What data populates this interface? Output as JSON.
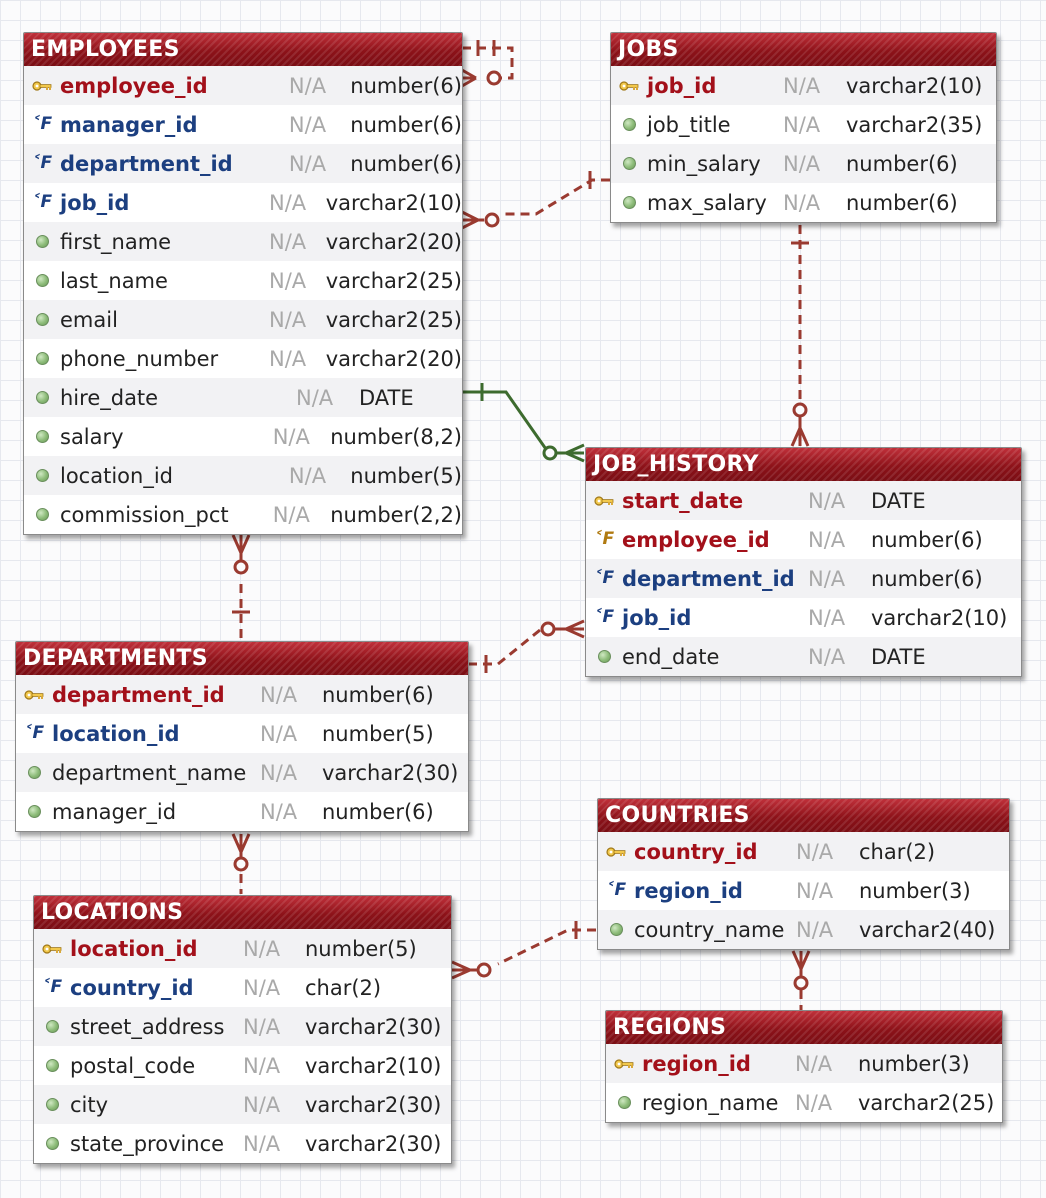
{
  "colors": {
    "header": "#9a1a20",
    "pk_text": "#a3101a",
    "fk_text": "#1c3f80",
    "relation_dashed": "#9a3a30",
    "relation_solid": "#3d6b2e"
  },
  "null_label": "N/A",
  "tables": {
    "employees": {
      "name": "EMPLOYEES",
      "columns": [
        {
          "key": "pk",
          "name": "employee_id",
          "type": "number(6)"
        },
        {
          "key": "fk",
          "name": "manager_id",
          "type": "number(6)"
        },
        {
          "key": "fk",
          "name": "department_id",
          "type": "number(6)"
        },
        {
          "key": "fk",
          "name": "job_id",
          "type": "varchar2(10)"
        },
        {
          "key": "col",
          "name": "first_name",
          "type": "varchar2(20)"
        },
        {
          "key": "col",
          "name": "last_name",
          "type": "varchar2(25)"
        },
        {
          "key": "col",
          "name": "email",
          "type": "varchar2(25)"
        },
        {
          "key": "col",
          "name": "phone_number",
          "type": "varchar2(20)"
        },
        {
          "key": "col",
          "name": "hire_date",
          "type": "DATE"
        },
        {
          "key": "col",
          "name": "salary",
          "type": "number(8,2)"
        },
        {
          "key": "col",
          "name": "location_id",
          "type": "number(5)"
        },
        {
          "key": "col",
          "name": "commission_pct",
          "type": "number(2,2)"
        }
      ]
    },
    "jobs": {
      "name": "JOBS",
      "columns": [
        {
          "key": "pk",
          "name": "job_id",
          "type": "varchar2(10)"
        },
        {
          "key": "col",
          "name": "job_title",
          "type": "varchar2(35)"
        },
        {
          "key": "col",
          "name": "min_salary",
          "type": "number(6)"
        },
        {
          "key": "col",
          "name": "max_salary",
          "type": "number(6)"
        }
      ]
    },
    "job_history": {
      "name": "JOB_HISTORY",
      "columns": [
        {
          "key": "pk",
          "name": "start_date",
          "type": "DATE"
        },
        {
          "key": "pkfk",
          "name": "employee_id",
          "type": "number(6)"
        },
        {
          "key": "fk",
          "name": "department_id",
          "type": "number(6)"
        },
        {
          "key": "fk",
          "name": "job_id",
          "type": "varchar2(10)"
        },
        {
          "key": "col",
          "name": "end_date",
          "type": "DATE"
        }
      ]
    },
    "departments": {
      "name": "DEPARTMENTS",
      "columns": [
        {
          "key": "pk",
          "name": "department_id",
          "type": "number(6)"
        },
        {
          "key": "fk",
          "name": "location_id",
          "type": "number(5)"
        },
        {
          "key": "col",
          "name": "department_name",
          "type": "varchar2(30)"
        },
        {
          "key": "col",
          "name": "manager_id",
          "type": "number(6)"
        }
      ]
    },
    "countries": {
      "name": "COUNTRIES",
      "columns": [
        {
          "key": "pk",
          "name": "country_id",
          "type": "char(2)"
        },
        {
          "key": "fk",
          "name": "region_id",
          "type": "number(3)"
        },
        {
          "key": "col",
          "name": "country_name",
          "type": "varchar2(40)"
        }
      ]
    },
    "locations": {
      "name": "LOCATIONS",
      "columns": [
        {
          "key": "pk",
          "name": "location_id",
          "type": "number(5)"
        },
        {
          "key": "fk",
          "name": "country_id",
          "type": "char(2)"
        },
        {
          "key": "col",
          "name": "street_address",
          "type": "varchar2(30)"
        },
        {
          "key": "col",
          "name": "postal_code",
          "type": "varchar2(10)"
        },
        {
          "key": "col",
          "name": "city",
          "type": "varchar2(30)"
        },
        {
          "key": "col",
          "name": "state_province",
          "type": "varchar2(30)"
        }
      ]
    },
    "regions": {
      "name": "REGIONS",
      "columns": [
        {
          "key": "pk",
          "name": "region_id",
          "type": "number(3)"
        },
        {
          "key": "col",
          "name": "region_name",
          "type": "varchar2(25)"
        }
      ]
    }
  },
  "relationships": [
    {
      "from": "employees",
      "to": "employees",
      "style": "dashed"
    },
    {
      "from": "jobs",
      "to": "employees",
      "style": "dashed"
    },
    {
      "from": "employees",
      "to": "job_history",
      "style": "solid"
    },
    {
      "from": "jobs",
      "to": "job_history",
      "style": "dashed"
    },
    {
      "from": "departments",
      "to": "employees",
      "style": "dashed"
    },
    {
      "from": "departments",
      "to": "job_history",
      "style": "dashed"
    },
    {
      "from": "locations",
      "to": "departments",
      "style": "dashed"
    },
    {
      "from": "countries",
      "to": "locations",
      "style": "dashed"
    },
    {
      "from": "regions",
      "to": "countries",
      "style": "dashed"
    }
  ]
}
